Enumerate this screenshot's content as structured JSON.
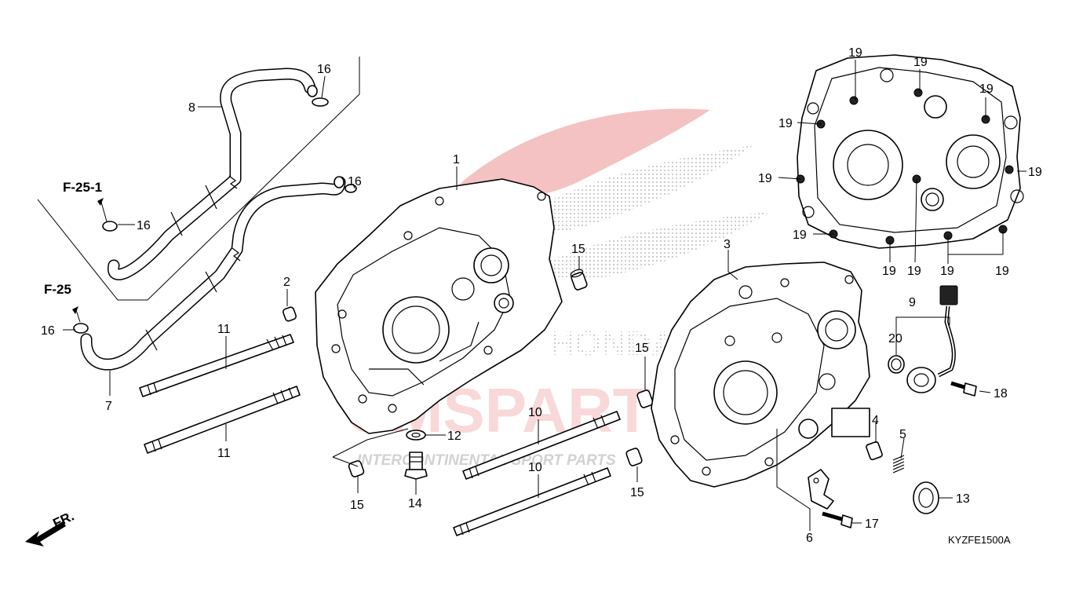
{
  "watermark": {
    "brand": "HONDA",
    "shop": "CMSPARTS",
    "tagline": "INTERCONTINENTAL SPORT PARTS",
    "colors": {
      "red": "#e05050",
      "grey": "#9a9a9a",
      "dots": "#c8c8c8"
    }
  },
  "references": {
    "f25_1": "F-25-1",
    "f25": "F-25"
  },
  "direction": {
    "text": "FR."
  },
  "diagram_code": "KYZFE1500A",
  "callouts": {
    "c1": "1",
    "c2": "2",
    "c3": "3",
    "c4": "4",
    "c5": "5",
    "c6": "6",
    "c7": "7",
    "c8": "8",
    "c9": "9",
    "c10a": "10",
    "c10b": "10",
    "c11a": "11",
    "c11b": "11",
    "c12": "12",
    "c13": "13",
    "c14": "14",
    "c15a": "15",
    "c15b": "15",
    "c15c": "15",
    "c15d": "15",
    "c16a": "16",
    "c16b": "16",
    "c16c": "16",
    "c16d": "16",
    "c17": "17",
    "c18": "18",
    "c19a": "19",
    "c19b": "19",
    "c19c": "19",
    "c19d": "19",
    "c19e": "19",
    "c19f": "19",
    "c19g": "19",
    "c19h": "19",
    "c19i": "19",
    "c19j": "19",
    "c19k": "19",
    "c20": "20"
  }
}
